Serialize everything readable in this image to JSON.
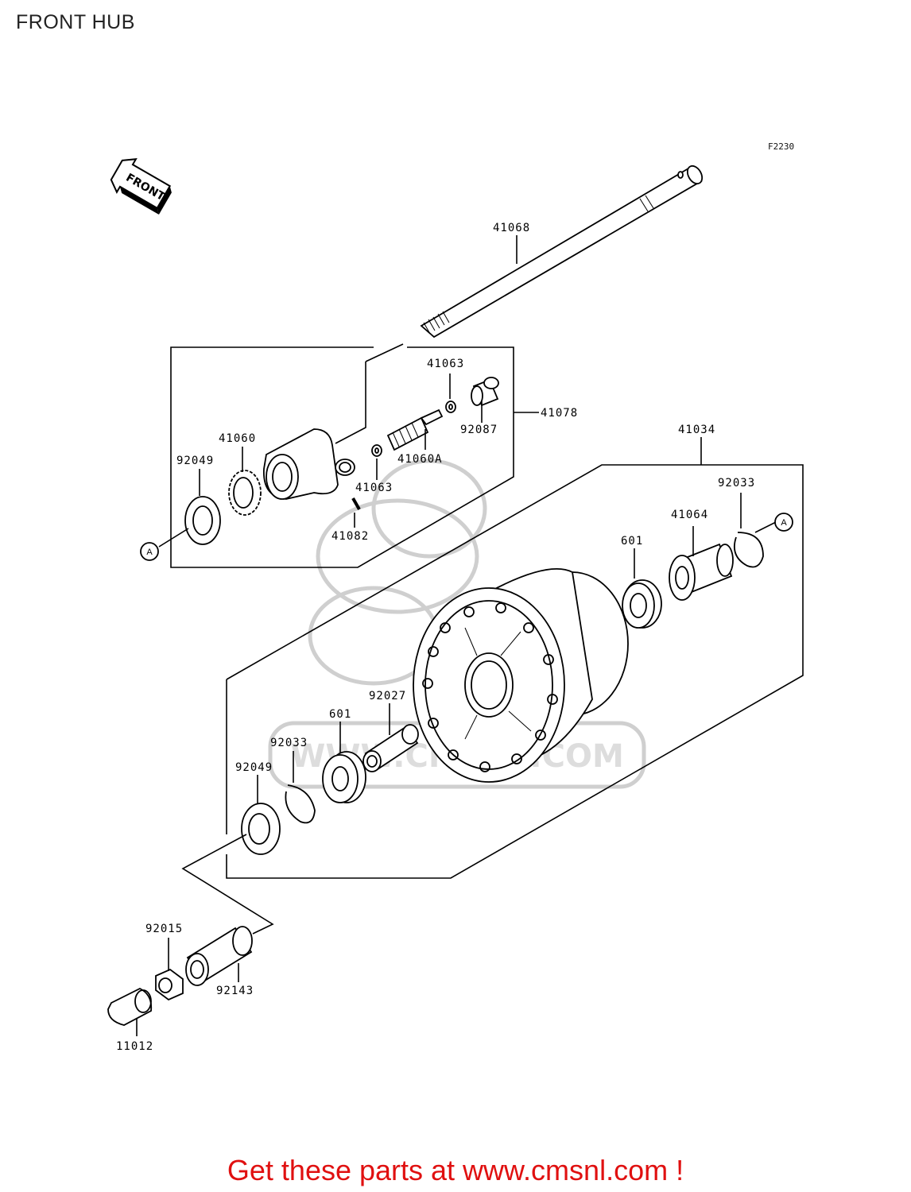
{
  "page": {
    "title": "FRONT HUB",
    "ref_code": "F2230"
  },
  "front_arrow": {
    "label": "FRONT",
    "icon": "front-direction-arrow-icon"
  },
  "parts": {
    "p41068": "41068",
    "p41063a": "41063",
    "p41078": "41078",
    "p92087": "92087",
    "p41060": "41060",
    "p41060a": "41060A",
    "p41063b": "41063",
    "p92049a": "92049",
    "p41082": "41082",
    "p41034": "41034",
    "p92033a": "92033",
    "p41064": "41064",
    "p601a": "601",
    "p92027": "92027",
    "p601b": "601",
    "p92033b": "92033",
    "p92049b": "92049",
    "p92015": "92015",
    "p92143": "92143",
    "p11012": "11012"
  },
  "ref_markers": {
    "left": "A",
    "right": "A"
  },
  "watermark": {
    "text": "WWW.CMSNL.COM"
  },
  "footer": {
    "text": "Get these parts at www.cmsnl.com !",
    "color": "#e01010"
  }
}
